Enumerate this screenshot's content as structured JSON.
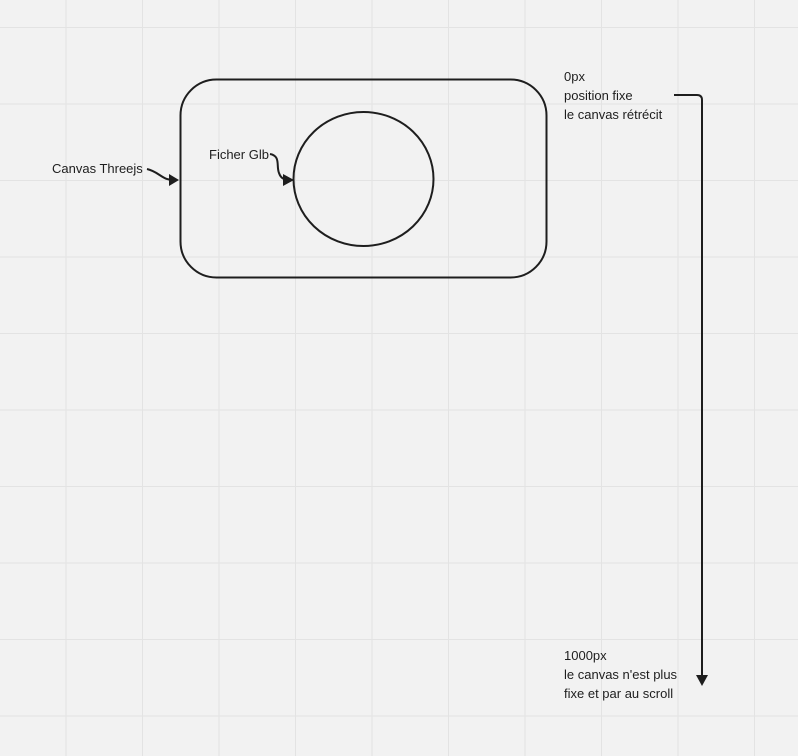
{
  "labels": {
    "canvas_threejs": "Canvas Threejs",
    "fichier_glb": "Ficher Glb",
    "start_note": [
      "0px",
      "position fixe",
      "le canvas rétrécit"
    ],
    "end_note": [
      "1000px",
      "le canvas n'est plus",
      "fixe et par au scroll"
    ]
  },
  "colors": {
    "background": "#f2f2f2",
    "grid": "#e3e3e3",
    "stroke": "#1e1e1e"
  }
}
